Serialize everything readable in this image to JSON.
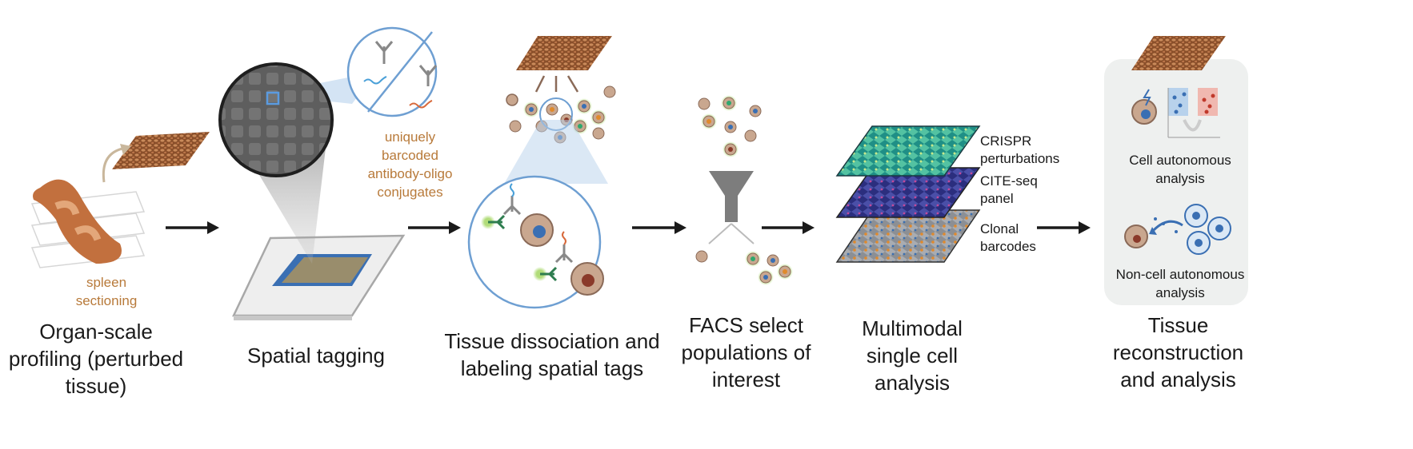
{
  "steps": {
    "step1": {
      "title": "Organ-scale profiling (perturbed tissue)",
      "note": "spleen sectioning"
    },
    "step2": {
      "title": "Spatial tagging",
      "note": "uniquely barcoded antibody-oligo conjugates"
    },
    "step3": {
      "title": "Tissue dissociation and labeling spatial tags"
    },
    "step4": {
      "title": "FACS select populations of interest"
    },
    "step5": {
      "title": "Multimodal single cell analysis",
      "layers": [
        "CRISPR perturbations",
        "CITE-seq panel",
        "Clonal barcodes"
      ]
    },
    "step6": {
      "title": "Tissue reconstruction and analysis",
      "panels": [
        "Cell autonomous analysis",
        "Non-cell autonomous analysis"
      ]
    }
  },
  "icons": [
    "tissue-section-icon",
    "spleen-icon",
    "microscope-zoom-icon",
    "antibody-icon",
    "slide-icon",
    "cell-icon",
    "funnel-icon",
    "volcano-plot-icon",
    "arrow-icon"
  ],
  "colors": {
    "note": "#b87a3a",
    "spleen": "#c2703e",
    "zoom_circle": "#6e9fd2",
    "arrow": "#1a1a1a",
    "layer_crispr": "#2fb59a",
    "layer_cite": "#3a3d9c",
    "layer_clonal": "#e08a2c",
    "panel_bg": "#eef0ef"
  }
}
